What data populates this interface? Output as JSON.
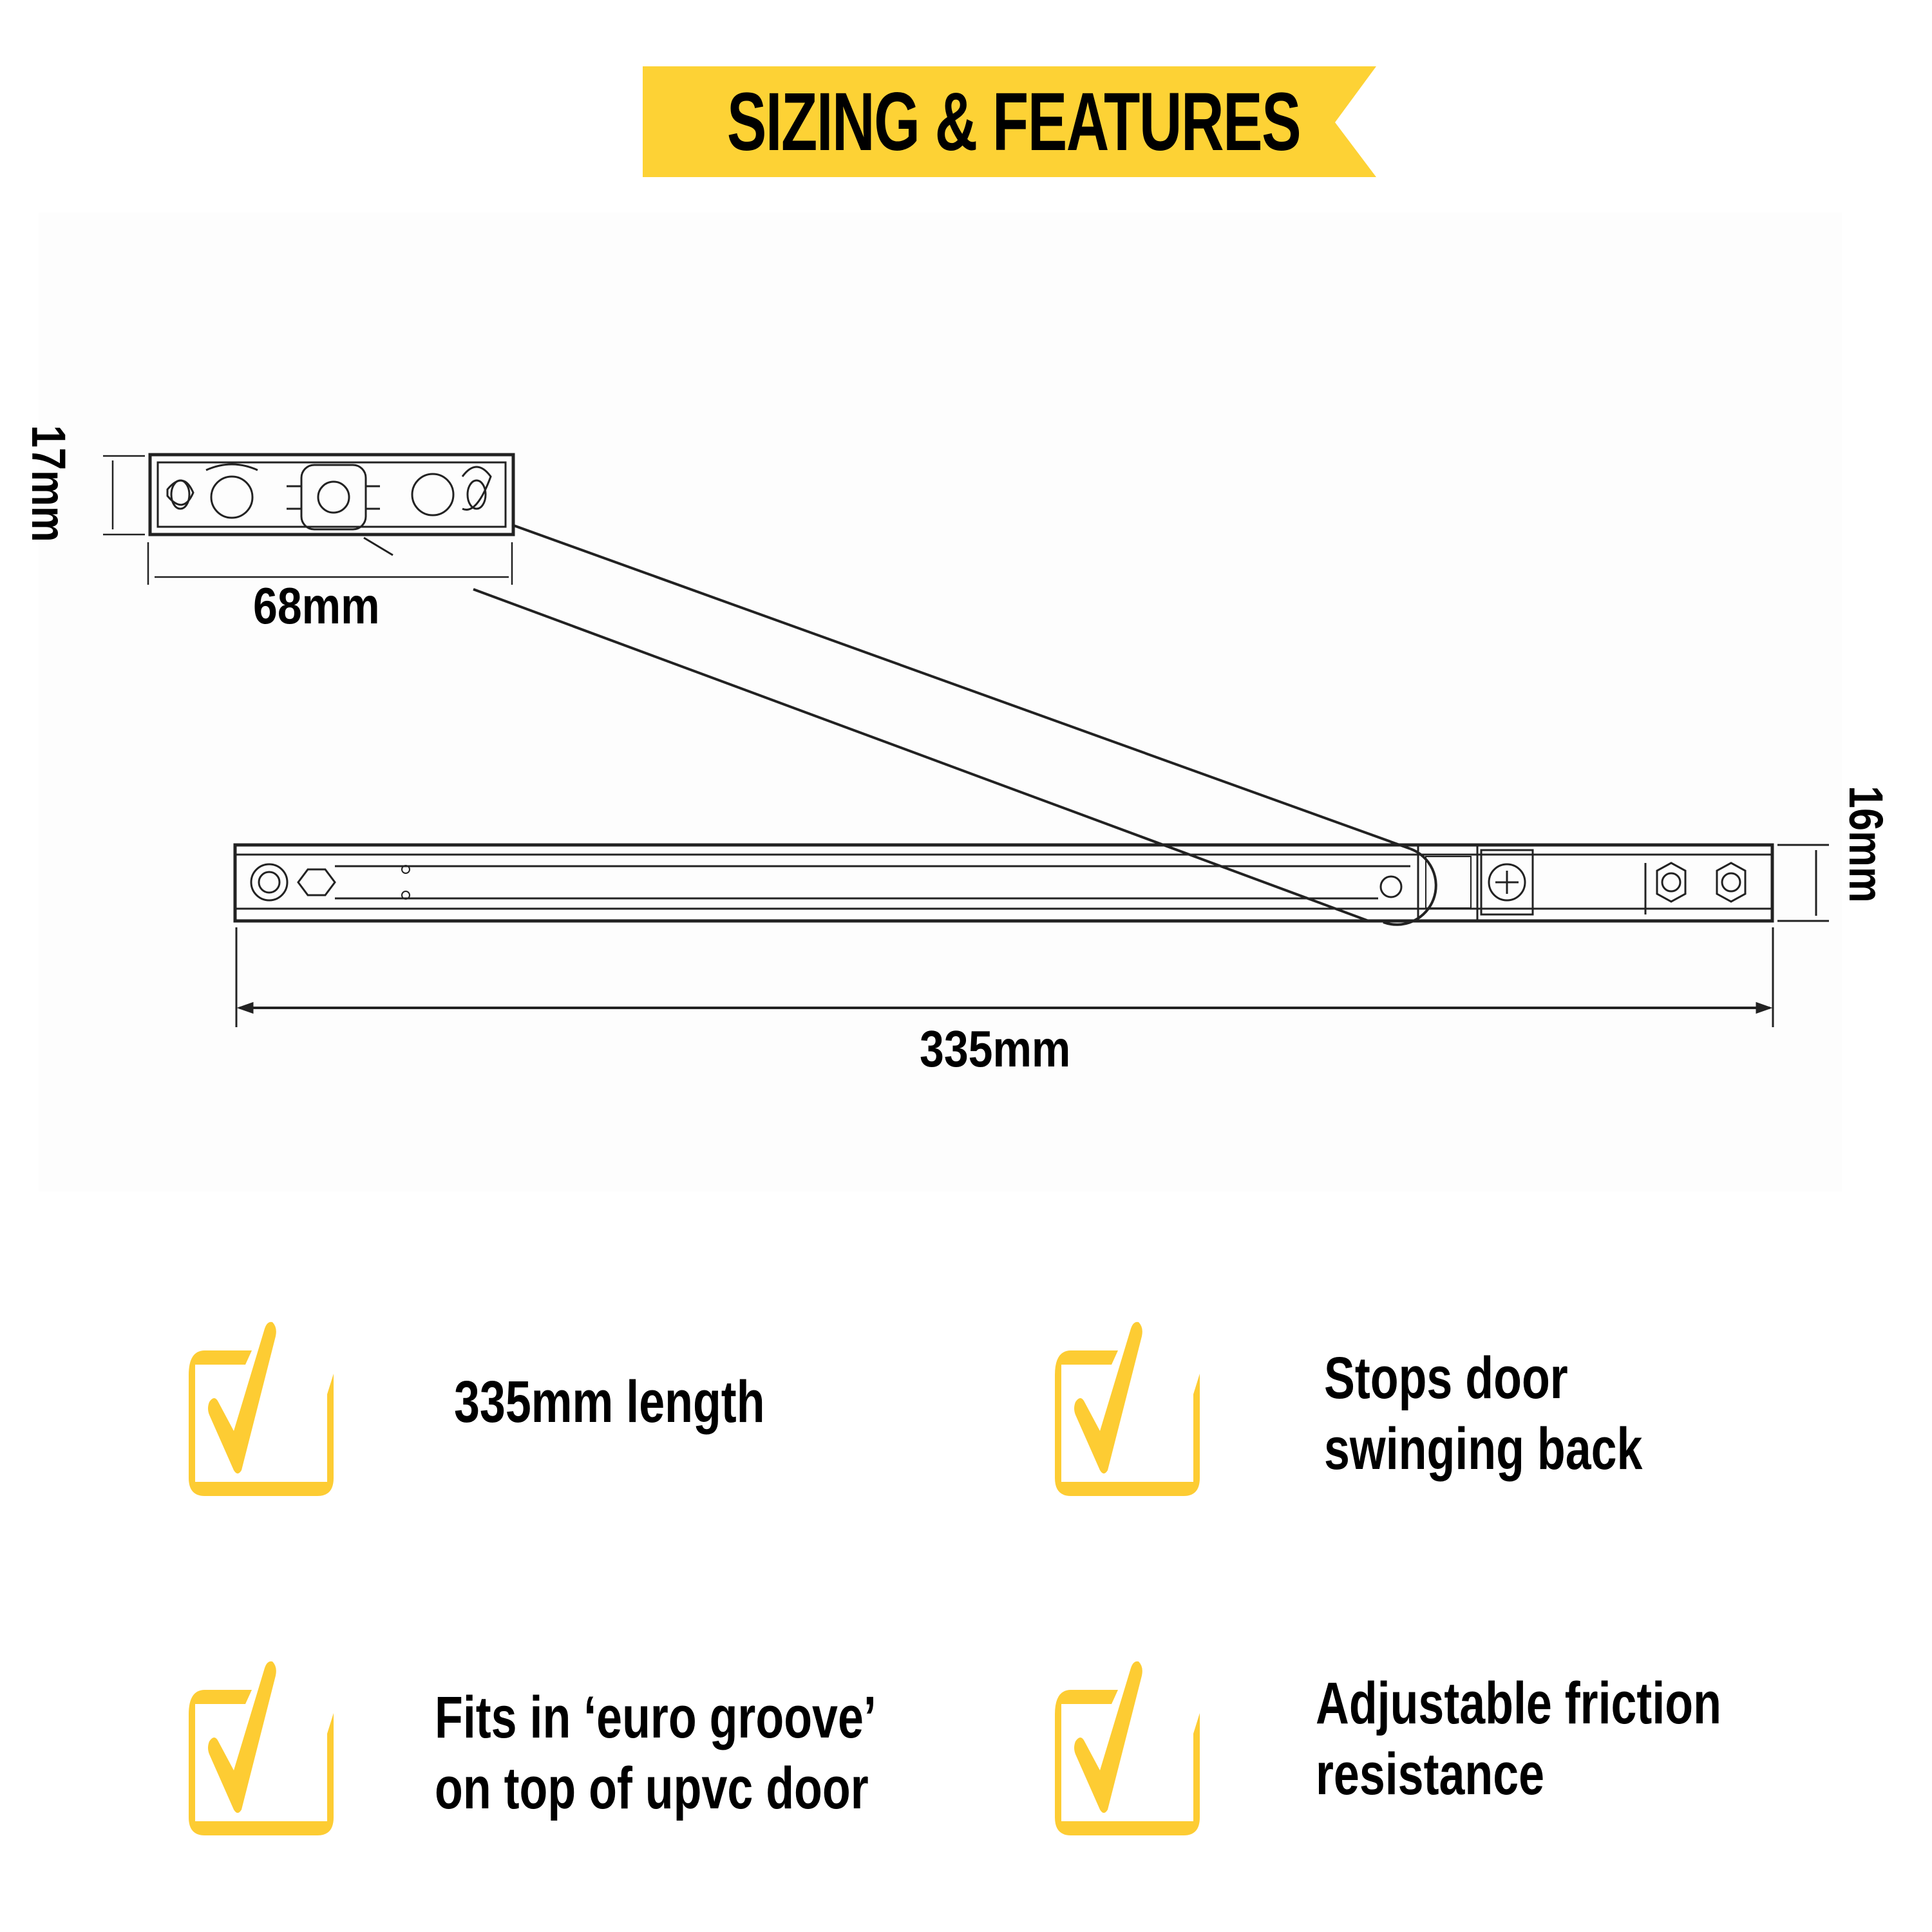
{
  "banner": {
    "title": "SIZING & FEATURES",
    "color": "#FDD235",
    "text_color": "#000000"
  },
  "drawing": {
    "subject": "door restrictor stay arm with bracket and rail",
    "dimensions": {
      "bracket_height": "17mm",
      "bracket_width": "68mm",
      "rail_height": "16mm",
      "rail_length": "335mm"
    },
    "line_color": "#222222"
  },
  "features": [
    {
      "lines": [
        "335mm length"
      ]
    },
    {
      "lines": [
        "Stops door",
        "swinging back"
      ]
    },
    {
      "lines": [
        "Fits in ‘euro groove’",
        "on top of upvc door"
      ]
    },
    {
      "lines": [
        "Adjustable friction",
        "resistance"
      ]
    }
  ],
  "checkbox_color": "#FDCC33"
}
